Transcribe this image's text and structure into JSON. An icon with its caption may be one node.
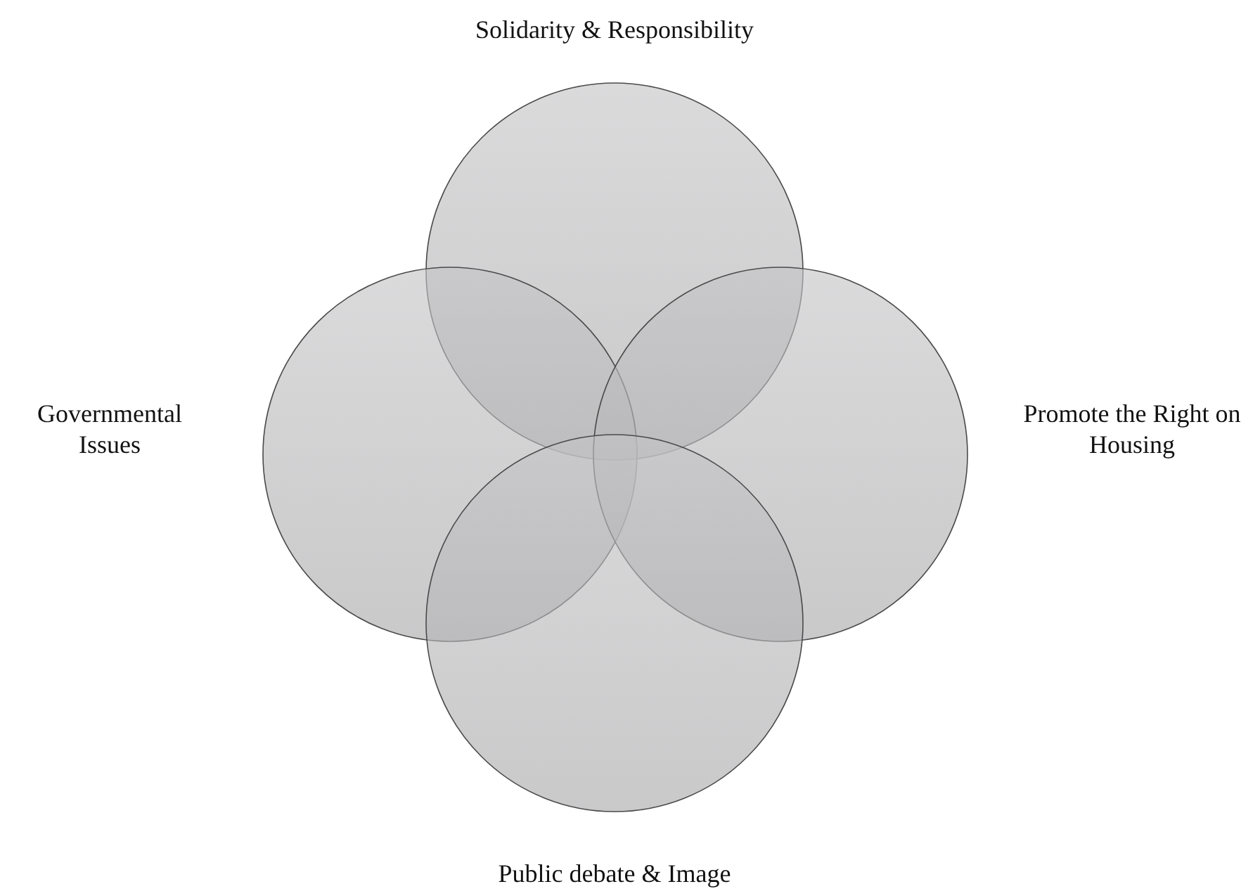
{
  "diagram": {
    "nodes": [
      {
        "text": [
          "Solidarity & Responsibility"
        ]
      },
      {
        "text": [
          "Governmental Issues"
        ]
      },
      {
        "text": [
          "Promote the Right on Housing"
        ]
      },
      {
        "text": [
          "Public debate & Image"
        ]
      }
    ]
  }
}
